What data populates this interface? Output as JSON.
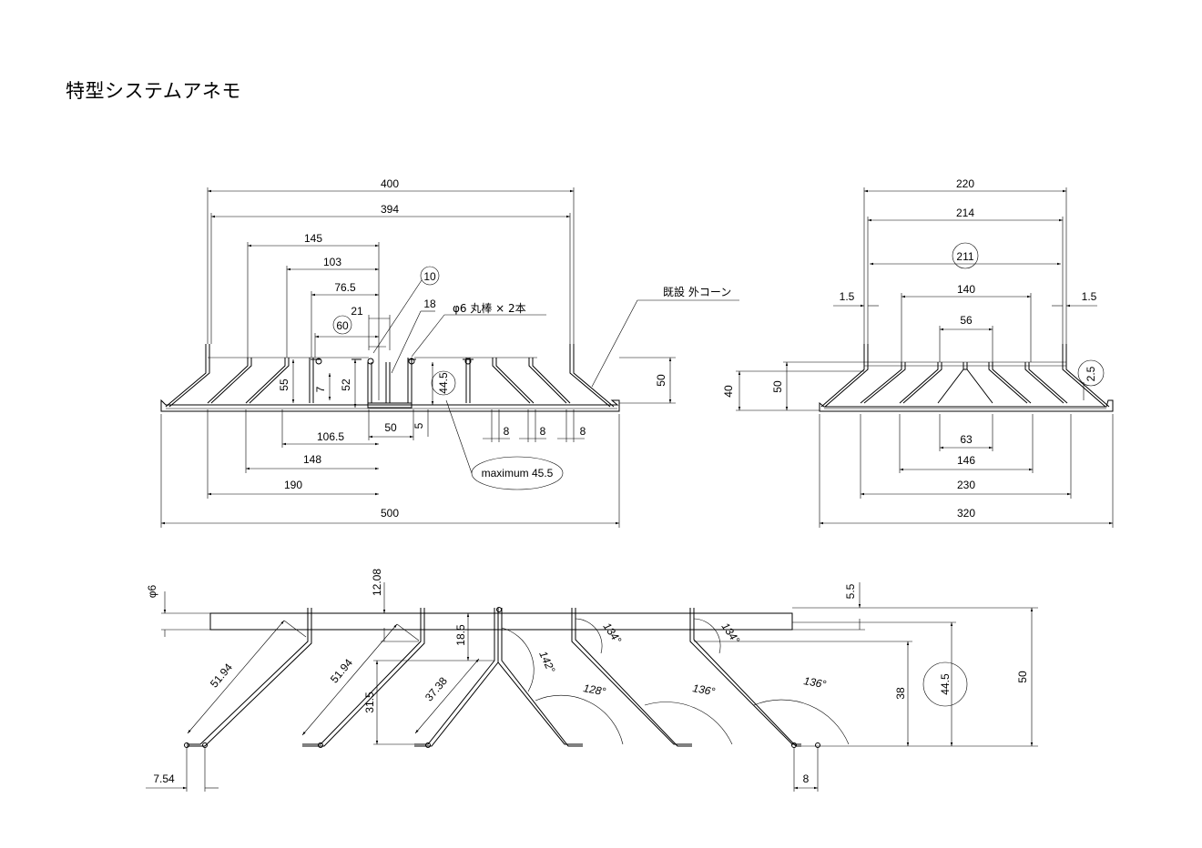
{
  "title": "特型システムアネモ",
  "annotations": {
    "rod": "φ6 丸棒 × 2本",
    "existing_cone": "既設 外コーン",
    "maximum": "maximum 45.5"
  },
  "dims_left": {
    "d400": "400",
    "d394": "394",
    "d145": "145",
    "d103": "103",
    "d765": "76.5",
    "d21": "21",
    "d10": "10",
    "d18": "18",
    "d60": "60",
    "d55": "55",
    "d7": "7",
    "d52": "52",
    "d445": "44.5",
    "d50h": "50",
    "d50": "50",
    "d5": "5",
    "d1065": "106.5",
    "d148": "148",
    "d190": "190",
    "d500": "500",
    "d8a": "8",
    "d8b": "8",
    "d8c": "8"
  },
  "dims_right": {
    "d220": "220",
    "d214": "214",
    "d211": "211",
    "d140": "140",
    "d56": "56",
    "d15l": "1.5",
    "d15r": "1.5",
    "d25": "2.5",
    "d40": "40",
    "d50": "50",
    "d63": "63",
    "d146": "146",
    "d230": "230",
    "d320": "320"
  },
  "dims_bottom": {
    "phi6": "φ6",
    "d1208": "12.08",
    "d55": "5.5",
    "d5194a": "51.94",
    "d5194b": "51.94",
    "d3738": "37.38",
    "d185": "18.5",
    "d315": "31.5",
    "d754": "7.54",
    "d8": "8",
    "d38": "38",
    "d445": "44.5",
    "d50": "50",
    "a142": "142°",
    "a134a": "134°",
    "a134b": "134°",
    "a128": "128°",
    "a136a": "136°",
    "a136b": "136°"
  }
}
